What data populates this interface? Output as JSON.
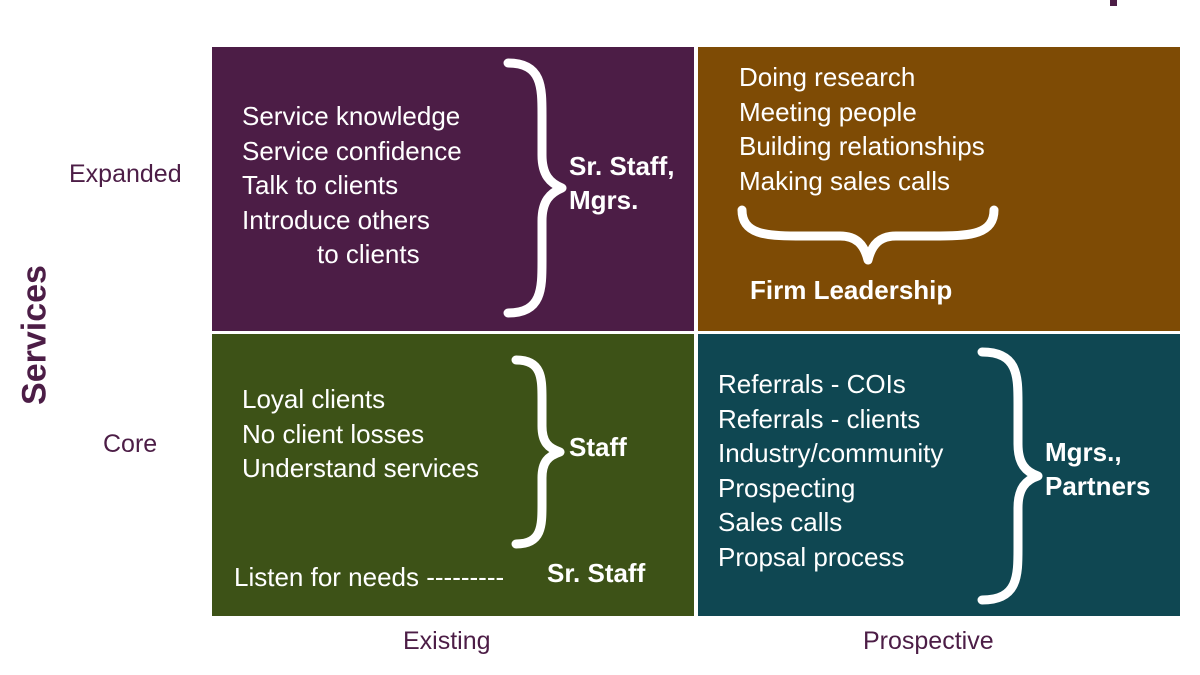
{
  "axes": {
    "y_title": "Services",
    "y_expanded": "Expanded",
    "y_core": "Core",
    "x_existing": "Existing",
    "x_prospective": "Prospective"
  },
  "quadrants": {
    "expanded_existing": {
      "items": [
        "Service knowledge",
        "Service confidence",
        "Talk to clients",
        "Introduce others",
        "to clients"
      ],
      "owner_line1": "Sr. Staff,",
      "owner_line2": "Mgrs.",
      "color": "#4c1d46"
    },
    "expanded_prospective": {
      "items": [
        "Doing research",
        "Meeting people",
        "Building relationships",
        "Making sales calls"
      ],
      "owner": "Firm Leadership",
      "color": "#7e4b05"
    },
    "core_existing": {
      "items": [
        "Loyal clients",
        "No client losses",
        "Understand services"
      ],
      "owner": "Staff",
      "footer_text": "Listen for needs ---------",
      "footer_owner": "Sr. Staff",
      "color": "#3d5217"
    },
    "core_prospective": {
      "items": [
        "Referrals - COIs",
        "Referrals - clients",
        "Industry/community",
        "Prospecting",
        "Sales calls",
        "Propsal process"
      ],
      "owner_line1": "Mgrs.,",
      "owner_line2": "Partners",
      "color": "#0f4752"
    }
  }
}
